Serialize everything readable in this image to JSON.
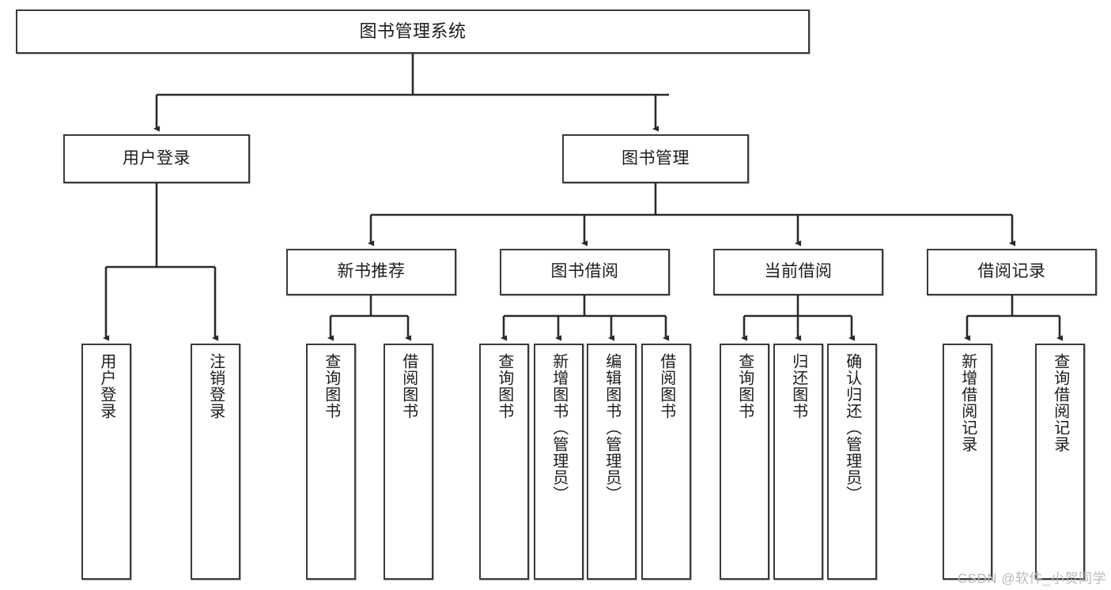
{
  "diagram": {
    "type": "tree-hierarchy-chart",
    "title": "图书管理系统",
    "watermark": "CSDN @软件_小贺同学",
    "colors": {
      "box_border": "#3a3a3a",
      "box_fill": "#ffffff",
      "connector": "#2b2b2b",
      "text": "#1c1c1c",
      "watermark": "#b9b9b9"
    },
    "nodes": {
      "root": {
        "label": "图书管理系统",
        "level": 1
      },
      "level2": [
        {
          "id": "user-login",
          "label": "用户登录"
        },
        {
          "id": "book-manage",
          "label": "图书管理"
        }
      ],
      "level3": [
        {
          "id": "new-book-recommend",
          "label": "新书推荐",
          "parent": "book-manage"
        },
        {
          "id": "book-borrow",
          "label": "图书借阅",
          "parent": "book-manage"
        },
        {
          "id": "current-borrow",
          "label": "当前借阅",
          "parent": "book-manage"
        },
        {
          "id": "borrow-record",
          "label": "借阅记录",
          "parent": "book-manage"
        }
      ],
      "leaves": [
        {
          "id": "leaf-user-login",
          "label": "用户登录",
          "parent": "user-login"
        },
        {
          "id": "leaf-logout-login",
          "label": "注销登录",
          "parent": "user-login"
        },
        {
          "id": "leaf-query-book-1",
          "label": "查询图书",
          "parent": "new-book-recommend"
        },
        {
          "id": "leaf-borrow-book-1",
          "label": "借阅图书",
          "parent": "new-book-recommend"
        },
        {
          "id": "leaf-query-book-2",
          "label": "查询图书",
          "parent": "book-borrow"
        },
        {
          "id": "leaf-add-book",
          "label": "新增图书（管理员）",
          "parent": "book-borrow"
        },
        {
          "id": "leaf-edit-book",
          "label": "编辑图书（管理员）",
          "parent": "book-borrow"
        },
        {
          "id": "leaf-borrow-book-2",
          "label": "借阅图书",
          "parent": "book-borrow"
        },
        {
          "id": "leaf-query-book-3",
          "label": "查询图书",
          "parent": "current-borrow"
        },
        {
          "id": "leaf-return-book",
          "label": "归还图书",
          "parent": "current-borrow"
        },
        {
          "id": "leaf-confirm-return",
          "label": "确认归还（管理员）",
          "parent": "current-borrow"
        },
        {
          "id": "leaf-add-record",
          "label": "新增借阅记录",
          "parent": "borrow-record"
        },
        {
          "id": "leaf-query-record",
          "label": "查询借阅记录",
          "parent": "borrow-record"
        }
      ]
    }
  }
}
